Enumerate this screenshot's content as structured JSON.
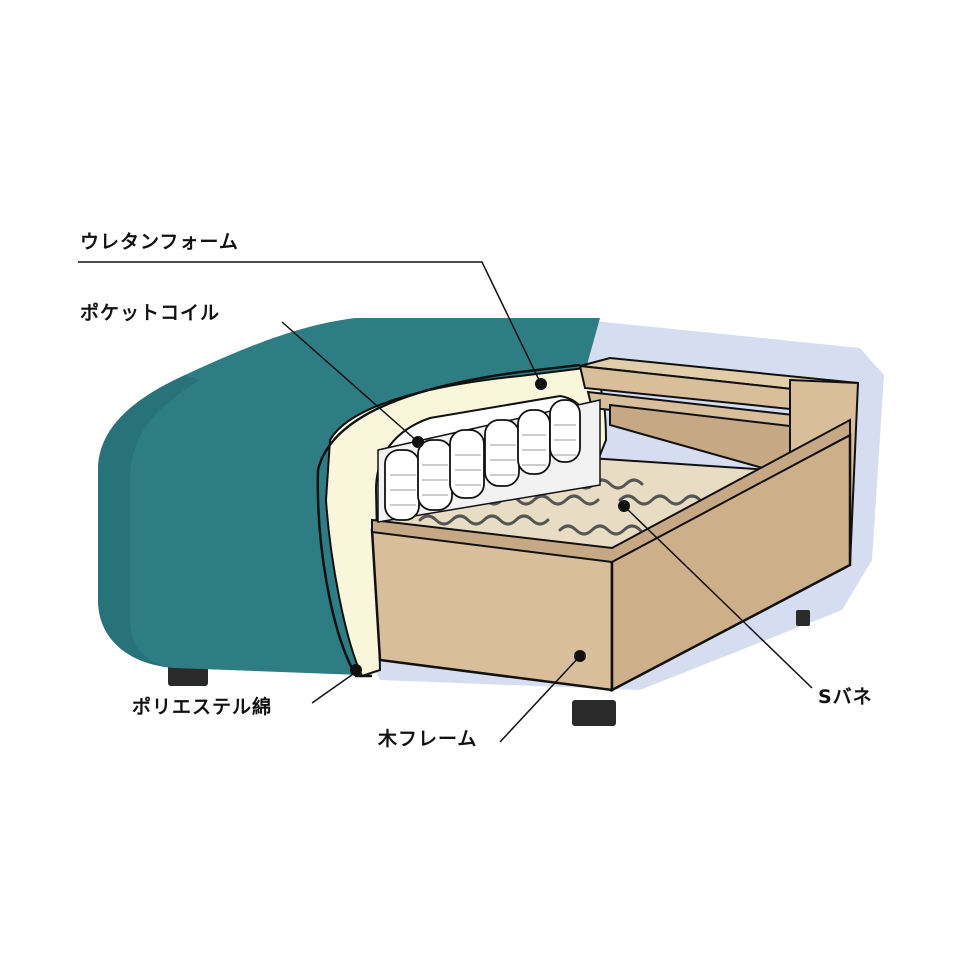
{
  "colors": {
    "fabric": "#2E7D84",
    "fabric_dark": "#1F5F66",
    "wood": "#D8BE9A",
    "wood_dark": "#C6A984",
    "foam": "#FAF6DC",
    "coil": "#FFFFFF",
    "background_shape": "#D6DDF0",
    "outline": "#111111"
  },
  "labels": {
    "urethane_foam": "ウレタンフォーム",
    "pocket_coil": "ポケットコイル",
    "polyester_cotton": "ポリエステル綿",
    "wood_frame": "木フレーム",
    "s_spring": "Sバネ"
  }
}
